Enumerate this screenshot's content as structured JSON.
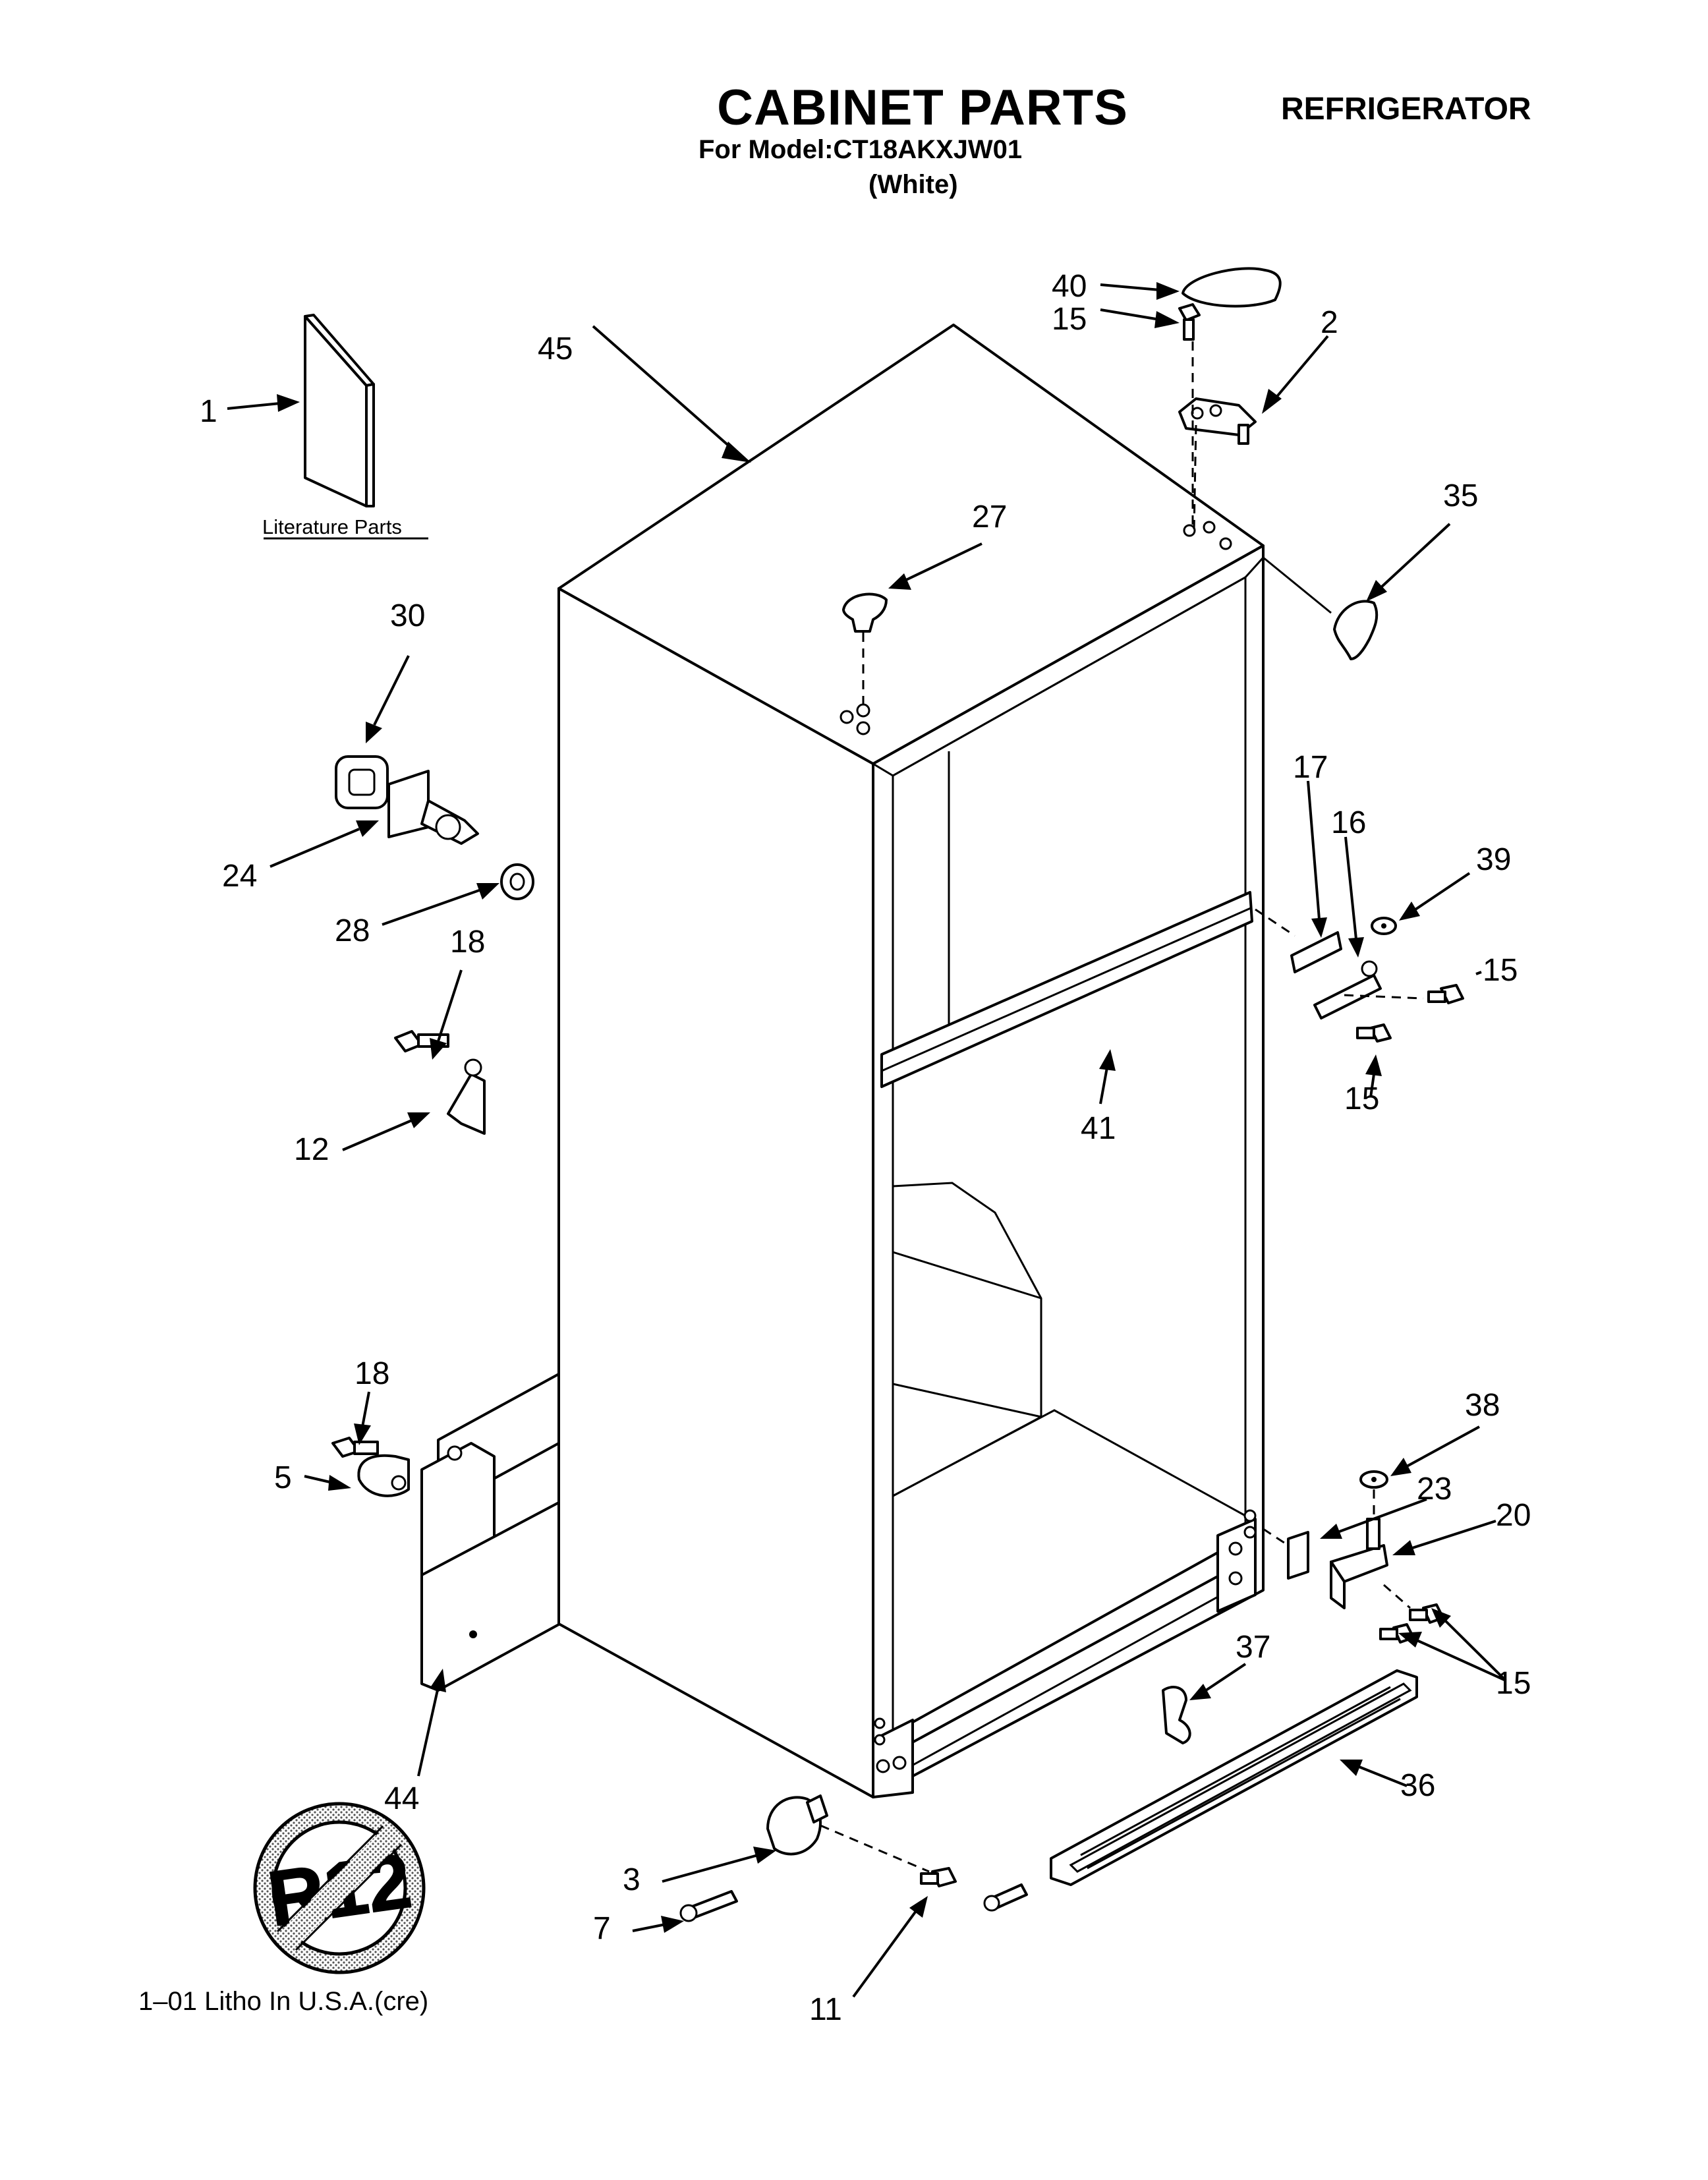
{
  "header": {
    "title": "CABINET PARTS",
    "subtitle": "For Model:CT18AKXJW01",
    "variant": "(White)",
    "category": "REFRIGERATOR"
  },
  "literature_label": "Literature Parts",
  "stamp": {
    "text": "R12"
  },
  "callouts": [
    "1",
    "2",
    "3",
    "5",
    "7",
    "11",
    "12",
    "15",
    "16",
    "17",
    "18",
    "20",
    "23",
    "24",
    "27",
    "28",
    "30",
    "35",
    "36",
    "37",
    "38",
    "39",
    "40",
    "41",
    "44",
    "45"
  ],
  "labels": {
    "c1": "1",
    "c2": "2",
    "c3": "3",
    "c5": "5",
    "c7": "7",
    "c11": "11",
    "c12": "12",
    "c15a": "15",
    "c15b": "15",
    "c15c": "15",
    "c15d": "15",
    "c16": "16",
    "c17": "17",
    "c18a": "18",
    "c18b": "18",
    "c20": "20",
    "c23": "23",
    "c24": "24",
    "c27": "27",
    "c28": "28",
    "c30": "30",
    "c35": "35",
    "c36": "36",
    "c37": "37",
    "c38": "38",
    "c39": "39",
    "c40": "40",
    "c41": "41",
    "c44": "44",
    "c45": "45"
  },
  "footer": "1–01 Litho In U.S.A.(cre)"
}
